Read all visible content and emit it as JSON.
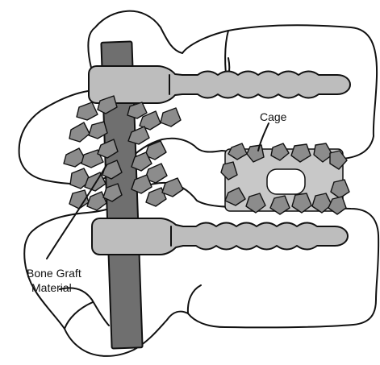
{
  "labels": {
    "cage": "Cage",
    "bone_graft_line1": "Bone Graft",
    "bone_graft_line2": "Material"
  },
  "colors": {
    "rod_fill": "#6f6f6f",
    "screw_fill": "#bdbdbd",
    "cage_fill": "#c8c8c8",
    "graft_fill": "#8c8c8c",
    "outline": "#111111",
    "background": "#ffffff"
  }
}
